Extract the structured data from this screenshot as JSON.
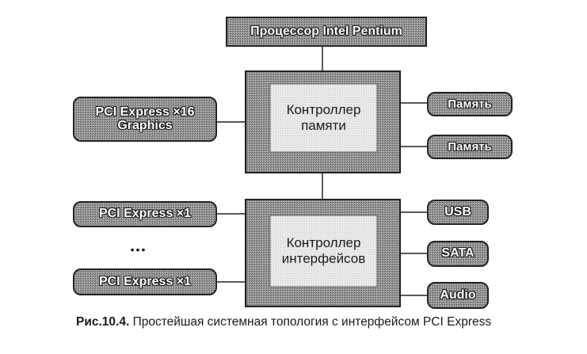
{
  "nodes": {
    "cpu": "Процессор Intel Pentium",
    "memory_controller": "Контроллер\nпамяти",
    "io_controller": "Контроллер\nинтерфейсов",
    "pcie_x16": "PCI Express ×16\nGraphics",
    "memory_1": "Память",
    "memory_2": "Память",
    "pcie_x1_top": "PCI Express ×1",
    "ellipsis": "•••",
    "pcie_x1_bottom": "PCI Express ×1",
    "usb": "USB",
    "sata": "SATA",
    "audio": "Audio"
  },
  "caption": {
    "number": "Рис.10.4.",
    "text": "Простейшая системная топология с интерфейсом PCI Express"
  },
  "colors": {
    "box_fill": "#8c8c8c",
    "box_stroke": "#222222",
    "inner_fill": "#e9e9e9",
    "line": "#222222"
  }
}
